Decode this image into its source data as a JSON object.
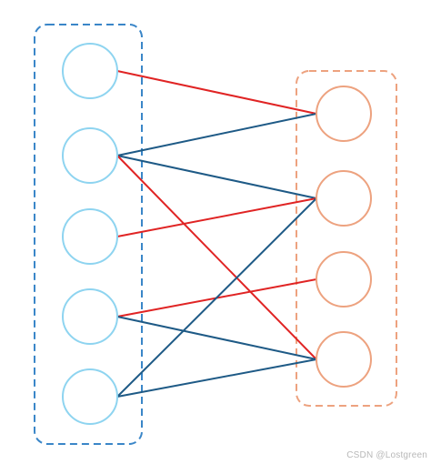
{
  "diagram": {
    "left_group": {
      "name": "left",
      "node_count": 5,
      "border_color": "#3a86c8",
      "node_color": "#8ed4f0"
    },
    "right_group": {
      "name": "right",
      "node_count": 4,
      "border_color": "#eda27f",
      "node_color": "#eda27f"
    },
    "edge_colors": {
      "red": "#e02424",
      "blue": "#1e5a86"
    },
    "edges": [
      {
        "from": 1,
        "to": 1,
        "color": "red"
      },
      {
        "from": 2,
        "to": 1,
        "color": "blue"
      },
      {
        "from": 2,
        "to": 2,
        "color": "blue"
      },
      {
        "from": 2,
        "to": 4,
        "color": "red"
      },
      {
        "from": 3,
        "to": 2,
        "color": "red"
      },
      {
        "from": 4,
        "to": 3,
        "color": "red"
      },
      {
        "from": 4,
        "to": 4,
        "color": "blue"
      },
      {
        "from": 5,
        "to": 2,
        "color": "blue"
      },
      {
        "from": 5,
        "to": 4,
        "color": "blue"
      }
    ]
  },
  "watermark": "CSDN @Lostgreen"
}
